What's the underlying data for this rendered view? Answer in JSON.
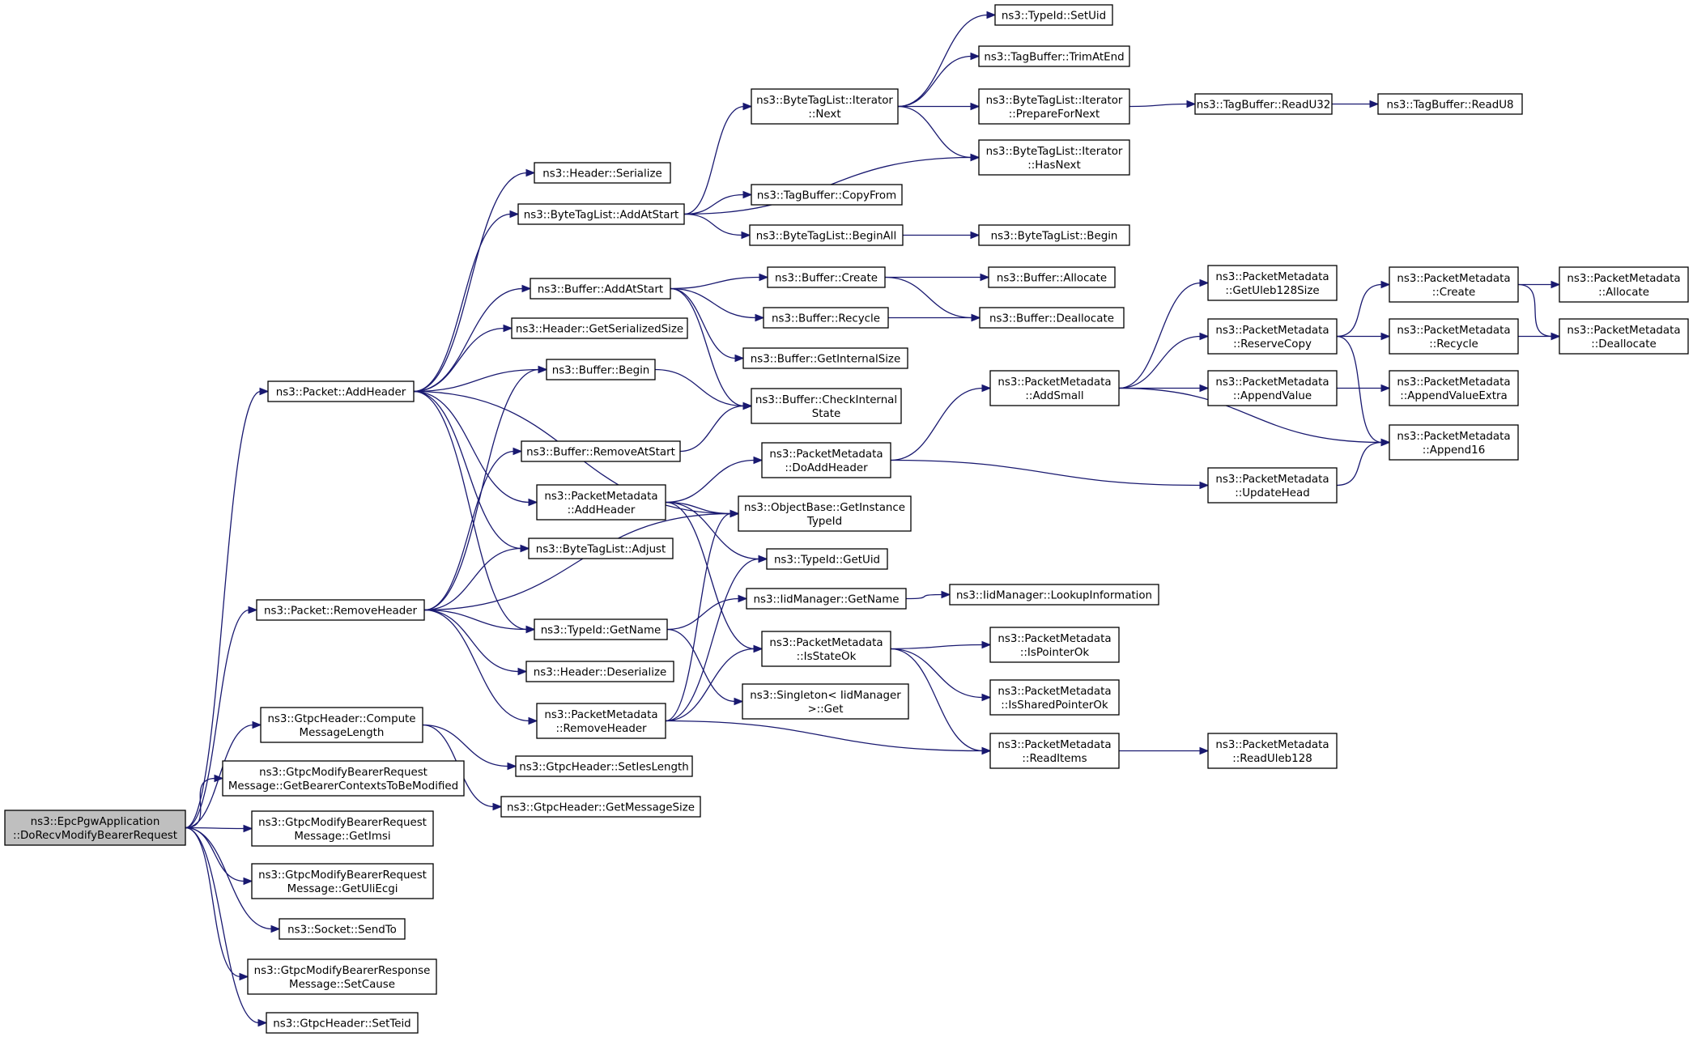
{
  "graph": {
    "node_fill": "#ffffff",
    "root_fill": "#bfbfbf",
    "edge_color": "#191970",
    "nodes": [
      {
        "id": "root",
        "lines": [
          "ns3::EpcPgwApplication",
          "::DoRecvModifyBearerRequest"
        ],
        "root": true
      },
      {
        "id": "p_addheader",
        "lines": [
          "ns3::Packet::AddHeader"
        ]
      },
      {
        "id": "p_removeheader",
        "lines": [
          "ns3::Packet::RemoveHeader"
        ]
      },
      {
        "id": "gtpc_compute",
        "lines": [
          "ns3::GtpcHeader::Compute",
          "MessageLength"
        ]
      },
      {
        "id": "gmbr_getbearer",
        "lines": [
          "ns3::GtpcModifyBearerRequest",
          "Message::GetBearerContextsToBeModified"
        ]
      },
      {
        "id": "gmbr_getimsi",
        "lines": [
          "ns3::GtpcModifyBearerRequest",
          "Message::GetImsi"
        ]
      },
      {
        "id": "gmbr_getuli",
        "lines": [
          "ns3::GtpcModifyBearerRequest",
          "Message::GetUliEcgi"
        ]
      },
      {
        "id": "socket_sendto",
        "lines": [
          "ns3::Socket::SendTo"
        ]
      },
      {
        "id": "gmbresp_setcause",
        "lines": [
          "ns3::GtpcModifyBearerResponse",
          "Message::SetCause"
        ]
      },
      {
        "id": "gtpc_setteid",
        "lines": [
          "ns3::GtpcHeader::SetTeid"
        ]
      },
      {
        "id": "hdr_serialize",
        "lines": [
          "ns3::Header::Serialize"
        ]
      },
      {
        "id": "btl_addatstart",
        "lines": [
          "ns3::ByteTagList::AddAtStart"
        ]
      },
      {
        "id": "buf_addatstart",
        "lines": [
          "ns3::Buffer::AddAtStart"
        ]
      },
      {
        "id": "hdr_getsersize",
        "lines": [
          "ns3::Header::GetSerializedSize"
        ]
      },
      {
        "id": "buf_begin",
        "lines": [
          "ns3::Buffer::Begin"
        ]
      },
      {
        "id": "buf_removeatstart",
        "lines": [
          "ns3::Buffer::RemoveAtStart"
        ]
      },
      {
        "id": "pm_addheader",
        "lines": [
          "ns3::PacketMetadata",
          "::AddHeader"
        ]
      },
      {
        "id": "btl_adjust",
        "lines": [
          "ns3::ByteTagList::Adjust"
        ]
      },
      {
        "id": "typeid_getname",
        "lines": [
          "ns3::TypeId::GetName"
        ]
      },
      {
        "id": "hdr_deserialize",
        "lines": [
          "ns3::Header::Deserialize"
        ]
      },
      {
        "id": "pm_removeheader",
        "lines": [
          "ns3::PacketMetadata",
          "::RemoveHeader"
        ]
      },
      {
        "id": "gtpc_setieslength",
        "lines": [
          "ns3::GtpcHeader::SetIesLength"
        ]
      },
      {
        "id": "gtpc_getmsgsize",
        "lines": [
          "ns3::GtpcHeader::GetMessageSize"
        ]
      },
      {
        "id": "btl_it_next",
        "lines": [
          "ns3::ByteTagList::Iterator",
          "::Next"
        ]
      },
      {
        "id": "tb_copyfrom",
        "lines": [
          "ns3::TagBuffer::CopyFrom"
        ]
      },
      {
        "id": "btl_beginall",
        "lines": [
          "ns3::ByteTagList::BeginAll"
        ]
      },
      {
        "id": "buf_create",
        "lines": [
          "ns3::Buffer::Create"
        ]
      },
      {
        "id": "buf_recycle",
        "lines": [
          "ns3::Buffer::Recycle"
        ]
      },
      {
        "id": "buf_getinternalsize",
        "lines": [
          "ns3::Buffer::GetInternalSize"
        ]
      },
      {
        "id": "buf_checkinternal",
        "lines": [
          "ns3::Buffer::CheckInternal",
          "State"
        ]
      },
      {
        "id": "pm_doaddheader",
        "lines": [
          "ns3::PacketMetadata",
          "::DoAddHeader"
        ]
      },
      {
        "id": "ob_getinstance",
        "lines": [
          "ns3::ObjectBase::GetInstance",
          "TypeId"
        ]
      },
      {
        "id": "typeid_getuid",
        "lines": [
          "ns3::TypeId::GetUid"
        ]
      },
      {
        "id": "iid_getname",
        "lines": [
          "ns3::IidManager::GetName"
        ]
      },
      {
        "id": "pm_isstateok",
        "lines": [
          "ns3::PacketMetadata",
          "::IsStateOk"
        ]
      },
      {
        "id": "singleton_get",
        "lines": [
          "ns3::Singleton< IidManager",
          ">::Get"
        ]
      },
      {
        "id": "typeid_setuid",
        "lines": [
          "ns3::TypeId::SetUid"
        ]
      },
      {
        "id": "tb_trimatend",
        "lines": [
          "ns3::TagBuffer::TrimAtEnd"
        ]
      },
      {
        "id": "btl_it_preparefornext",
        "lines": [
          "ns3::ByteTagList::Iterator",
          "::PrepareForNext"
        ]
      },
      {
        "id": "btl_it_hasnext",
        "lines": [
          "ns3::ByteTagList::Iterator",
          "::HasNext"
        ]
      },
      {
        "id": "btl_begin",
        "lines": [
          "ns3::ByteTagList::Begin"
        ]
      },
      {
        "id": "buf_allocate",
        "lines": [
          "ns3::Buffer::Allocate"
        ]
      },
      {
        "id": "buf_deallocate",
        "lines": [
          "ns3::Buffer::Deallocate"
        ]
      },
      {
        "id": "pm_addsmall",
        "lines": [
          "ns3::PacketMetadata",
          "::AddSmall"
        ]
      },
      {
        "id": "iid_lookupinfo",
        "lines": [
          "ns3::IidManager::LookupInformation"
        ]
      },
      {
        "id": "pm_ispointerok",
        "lines": [
          "ns3::PacketMetadata",
          "::IsPointerOk"
        ]
      },
      {
        "id": "pm_issharedpointerok",
        "lines": [
          "ns3::PacketMetadata",
          "::IsSharedPointerOk"
        ]
      },
      {
        "id": "pm_readitems",
        "lines": [
          "ns3::PacketMetadata",
          "::ReadItems"
        ]
      },
      {
        "id": "tb_readu32",
        "lines": [
          "ns3::TagBuffer::ReadU32"
        ]
      },
      {
        "id": "pm_getuleb128size",
        "lines": [
          "ns3::PacketMetadata",
          "::GetUleb128Size"
        ]
      },
      {
        "id": "pm_reservecopy",
        "lines": [
          "ns3::PacketMetadata",
          "::ReserveCopy"
        ]
      },
      {
        "id": "pm_appendvalue",
        "lines": [
          "ns3::PacketMetadata",
          "::AppendValue"
        ]
      },
      {
        "id": "pm_updatehead",
        "lines": [
          "ns3::PacketMetadata",
          "::UpdateHead"
        ]
      },
      {
        "id": "pm_readuleb128",
        "lines": [
          "ns3::PacketMetadata",
          "::ReadUleb128"
        ]
      },
      {
        "id": "tb_readu8",
        "lines": [
          "ns3::TagBuffer::ReadU8"
        ]
      },
      {
        "id": "pm_create",
        "lines": [
          "ns3::PacketMetadata",
          "::Create"
        ]
      },
      {
        "id": "pm_recycle",
        "lines": [
          "ns3::PacketMetadata",
          "::Recycle"
        ]
      },
      {
        "id": "pm_appendvalueextra",
        "lines": [
          "ns3::PacketMetadata",
          "::AppendValueExtra"
        ]
      },
      {
        "id": "pm_append16",
        "lines": [
          "ns3::PacketMetadata",
          "::Append16"
        ]
      },
      {
        "id": "pm_allocate",
        "lines": [
          "ns3::PacketMetadata",
          "::Allocate"
        ]
      },
      {
        "id": "pm_deallocate",
        "lines": [
          "ns3::PacketMetadata",
          "::Deallocate"
        ]
      }
    ],
    "edges": [
      [
        "root",
        "p_addheader"
      ],
      [
        "root",
        "p_removeheader"
      ],
      [
        "root",
        "gtpc_compute"
      ],
      [
        "root",
        "gmbr_getbearer"
      ],
      [
        "root",
        "gmbr_getimsi"
      ],
      [
        "root",
        "gmbr_getuli"
      ],
      [
        "root",
        "socket_sendto"
      ],
      [
        "root",
        "gmbresp_setcause"
      ],
      [
        "root",
        "gtpc_setteid"
      ],
      [
        "p_addheader",
        "hdr_serialize"
      ],
      [
        "p_addheader",
        "btl_addatstart"
      ],
      [
        "p_addheader",
        "buf_addatstart"
      ],
      [
        "p_addheader",
        "hdr_getsersize"
      ],
      [
        "p_addheader",
        "buf_begin"
      ],
      [
        "p_addheader",
        "pm_addheader"
      ],
      [
        "p_addheader",
        "btl_adjust"
      ],
      [
        "p_addheader",
        "typeid_getname"
      ],
      [
        "p_addheader",
        "ob_getinstance"
      ],
      [
        "p_removeheader",
        "buf_begin"
      ],
      [
        "p_removeheader",
        "buf_removeatstart"
      ],
      [
        "p_removeheader",
        "btl_adjust"
      ],
      [
        "p_removeheader",
        "typeid_getname"
      ],
      [
        "p_removeheader",
        "hdr_deserialize"
      ],
      [
        "p_removeheader",
        "pm_removeheader"
      ],
      [
        "p_removeheader",
        "ob_getinstance"
      ],
      [
        "gtpc_compute",
        "gtpc_setieslength"
      ],
      [
        "gtpc_compute",
        "gtpc_getmsgsize"
      ],
      [
        "btl_addatstart",
        "btl_it_next"
      ],
      [
        "btl_addatstart",
        "btl_it_hasnext"
      ],
      [
        "btl_addatstart",
        "tb_copyfrom"
      ],
      [
        "btl_addatstart",
        "btl_beginall"
      ],
      [
        "buf_addatstart",
        "buf_create"
      ],
      [
        "buf_addatstart",
        "buf_recycle"
      ],
      [
        "buf_addatstart",
        "buf_getinternalsize"
      ],
      [
        "buf_addatstart",
        "buf_checkinternal"
      ],
      [
        "buf_begin",
        "buf_checkinternal"
      ],
      [
        "buf_removeatstart",
        "buf_checkinternal"
      ],
      [
        "pm_addheader",
        "pm_doaddheader"
      ],
      [
        "pm_addheader",
        "ob_getinstance"
      ],
      [
        "pm_addheader",
        "typeid_getuid"
      ],
      [
        "pm_addheader",
        "pm_isstateok"
      ],
      [
        "typeid_getname",
        "iid_getname"
      ],
      [
        "typeid_getname",
        "singleton_get"
      ],
      [
        "pm_removeheader",
        "ob_getinstance"
      ],
      [
        "pm_removeheader",
        "typeid_getuid"
      ],
      [
        "pm_removeheader",
        "pm_isstateok"
      ],
      [
        "pm_removeheader",
        "pm_readitems"
      ],
      [
        "btl_it_next",
        "typeid_setuid"
      ],
      [
        "btl_it_next",
        "tb_trimatend"
      ],
      [
        "btl_it_next",
        "btl_it_preparefornext"
      ],
      [
        "btl_it_next",
        "btl_it_hasnext"
      ],
      [
        "btl_beginall",
        "btl_begin"
      ],
      [
        "buf_create",
        "buf_allocate"
      ],
      [
        "buf_create",
        "buf_deallocate"
      ],
      [
        "buf_recycle",
        "buf_deallocate"
      ],
      [
        "pm_doaddheader",
        "pm_addsmall"
      ],
      [
        "pm_doaddheader",
        "pm_updatehead"
      ],
      [
        "iid_getname",
        "iid_lookupinfo"
      ],
      [
        "pm_isstateok",
        "pm_ispointerok"
      ],
      [
        "pm_isstateok",
        "pm_issharedpointerok"
      ],
      [
        "pm_isstateok",
        "pm_readitems"
      ],
      [
        "btl_it_preparefornext",
        "tb_readu32"
      ],
      [
        "tb_readu32",
        "tb_readu8"
      ],
      [
        "pm_addsmall",
        "pm_getuleb128size"
      ],
      [
        "pm_addsmall",
        "pm_reservecopy"
      ],
      [
        "pm_addsmall",
        "pm_appendvalue"
      ],
      [
        "pm_addsmall",
        "pm_append16"
      ],
      [
        "pm_readitems",
        "pm_readuleb128"
      ],
      [
        "pm_reservecopy",
        "pm_create"
      ],
      [
        "pm_reservecopy",
        "pm_recycle"
      ],
      [
        "pm_reservecopy",
        "pm_append16"
      ],
      [
        "pm_appendvalue",
        "pm_appendvalueextra"
      ],
      [
        "pm_updatehead",
        "pm_append16"
      ],
      [
        "pm_create",
        "pm_allocate"
      ],
      [
        "pm_create",
        "pm_deallocate"
      ],
      [
        "pm_recycle",
        "pm_deallocate"
      ]
    ]
  }
}
